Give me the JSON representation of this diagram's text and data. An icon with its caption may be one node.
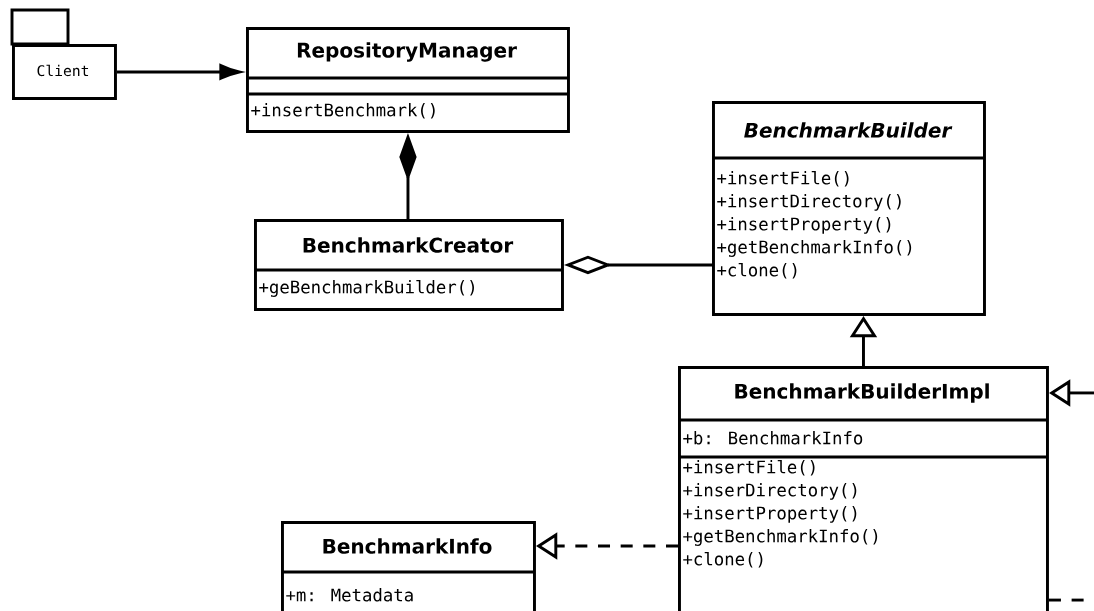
{
  "diagram": {
    "nodes": [
      {
        "text": [
          "Client"
        ]
      },
      {
        "text": [
          "RepositoryManager",
          "+insertBenchmark()"
        ]
      },
      {
        "text": [
          "BenchmarkBuilder",
          "+insertFile()",
          "+insertDirectory()",
          "+insertProperty()",
          "+getBenchmarkInfo()",
          "+clone()"
        ]
      },
      {
        "text": [
          "BenchmarkCreator",
          "+geBenchmarkBuilder()"
        ]
      },
      {
        "text": [
          "BenchmarkBuilderImpl",
          "+b: BenchmarkInfo",
          "+insertFile()",
          "+inserDirectory()",
          "+insertProperty()",
          "+getBenchmarkInfo()",
          "+clone()"
        ]
      },
      {
        "text": [
          "BenchmarkInfo",
          "+m: Metadata"
        ]
      }
    ],
    "edges": [
      {
        "from": 0,
        "to": 1,
        "arrow": "to"
      },
      {
        "from": 1,
        "to": 3,
        "arrow": "other"
      },
      {
        "from": 3,
        "to": 2,
        "arrow": "other"
      },
      {
        "from": 4,
        "to": 2,
        "arrow": "to"
      },
      {
        "from": null,
        "to": 4,
        "arrow": "to"
      },
      {
        "from": 4,
        "to": 5,
        "arrow": "to",
        "style": "dashed"
      },
      {
        "from": 4,
        "to": null,
        "arrow": "none",
        "style": "dashed"
      }
    ]
  }
}
